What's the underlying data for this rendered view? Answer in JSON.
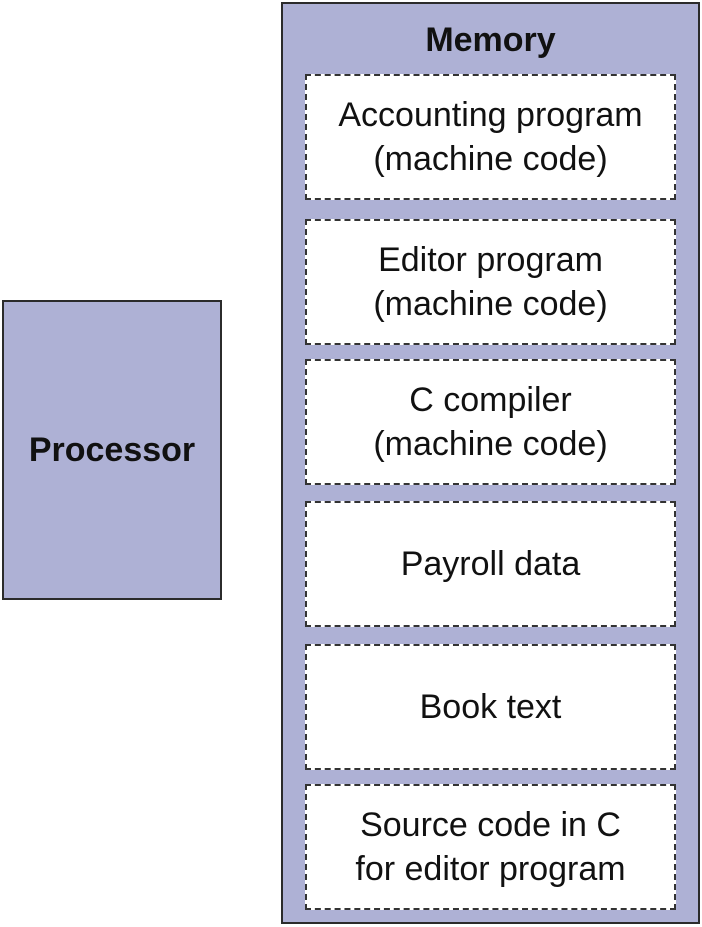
{
  "processor": {
    "label": "Processor"
  },
  "memory": {
    "title": "Memory",
    "blocks": [
      {
        "line1": "Accounting program",
        "line2": "(machine code)"
      },
      {
        "line1": "Editor program",
        "line2": "(machine code)"
      },
      {
        "line1": "C compiler",
        "line2": "(machine code)"
      },
      {
        "line1": "Payroll data",
        "line2": ""
      },
      {
        "line1": "Book text",
        "line2": ""
      },
      {
        "line1": "Source code in C",
        "line2": "for editor program"
      }
    ]
  },
  "colors": {
    "box_fill": "#aeb1d5",
    "block_fill": "#ffffff",
    "border": "#2b2b2b"
  }
}
